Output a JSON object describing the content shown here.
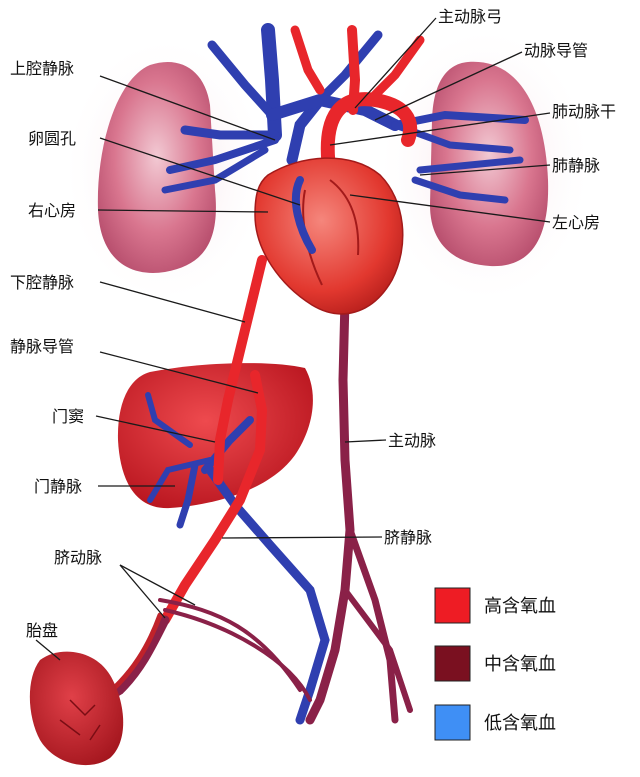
{
  "labels": {
    "aortic_arch": "主动脉弓",
    "ductus_arteriosus": "动脉导管",
    "superior_vena_cava": "上腔静脉",
    "pulmonary_trunk": "肺动脉干",
    "foramen_ovale": "卵圆孔",
    "pulmonary_veins": "肺静脉",
    "right_atrium": "右心房",
    "left_atrium": "左心房",
    "inferior_vena_cava": "下腔静脉",
    "ductus_venosus": "静脉导管",
    "portal_sinus": "门窦",
    "aorta": "主动脉",
    "portal_vein": "门静脉",
    "umbilical_vein": "脐静脉",
    "umbilical_arteries": "脐动脉",
    "placenta": "胎盘"
  },
  "legend": [
    {
      "label": "高含氧血",
      "color": "#ee1c24"
    },
    {
      "label": "中含氧血",
      "color": "#7a1020"
    },
    {
      "label": "低含氧血",
      "color": "#3f8ff5"
    }
  ],
  "colors": {
    "oxygenated": "#e8262b",
    "mixed": "#8a2148",
    "deoxygenated": "#2f3fb0",
    "lung": "#d66a86",
    "liver": "#d9222e"
  }
}
